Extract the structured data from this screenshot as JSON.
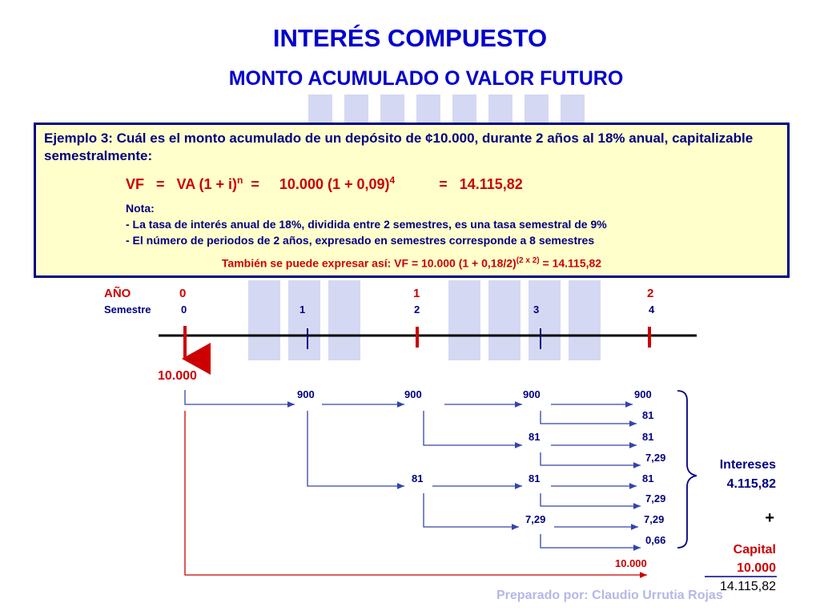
{
  "title": "INTERÉS COMPUESTO",
  "subtitle": "MONTO ACUMULADO O VALOR FUTURO",
  "example": {
    "problem": "Ejemplo 3: Cuál es el monto acumulado de un depósito de ¢10.000, durante 2 años al 18% anual, capitalizable semestralmente:",
    "formula_vf": "VF   =   VA (1 + i)",
    "formula_n": "n",
    "formula_eq": "  =     10.000 (1 + 0,09)",
    "formula_exp": "4",
    "formula_result": "           =   14.115,82",
    "nota_title": "Nota:",
    "nota_1": "- La tasa de interés anual de 18%, dividida entre 2 semestres, es una tasa semestral de 9%",
    "nota_2": "- El número de periodos de 2 años, expresado en semestres corresponde a 8 semestres",
    "also_prefix": "También se puede expresar así:      VF  = 10.000 (1 + 0,18/2)",
    "also_exp": "(2 x 2)",
    "also_suffix": " =   14.115,82"
  },
  "timeline": {
    "year_label": "AÑO",
    "semester_label": "Semestre",
    "years": [
      "0",
      "1",
      "2"
    ],
    "semesters": [
      "0",
      "1",
      "2",
      "3",
      "4"
    ]
  },
  "diagram": {
    "deposit": "10.000",
    "row1": [
      "900",
      "900",
      "900",
      "900"
    ],
    "row2": "81",
    "row3": [
      "81",
      "81"
    ],
    "row4": "7,29",
    "row5": [
      "81",
      "81",
      "81"
    ],
    "row6": "7,29",
    "row7": [
      "7,29",
      "7,29"
    ],
    "row8": "0,66",
    "capital_return": "10.000"
  },
  "summary": {
    "interest_label": "Intereses",
    "interest_value": "4.115,82",
    "plus": "+",
    "capital_label": "Capital",
    "capital_value": "10.000",
    "total": "14.115,82"
  },
  "footer": "Preparado por:  Claudio Urrutia Rojas",
  "colors": {
    "blue": "#000080",
    "red": "#cc0000",
    "title_blue": "#0000cc",
    "box_bg": "#ffffcc",
    "watermark": "#c8cdee"
  }
}
